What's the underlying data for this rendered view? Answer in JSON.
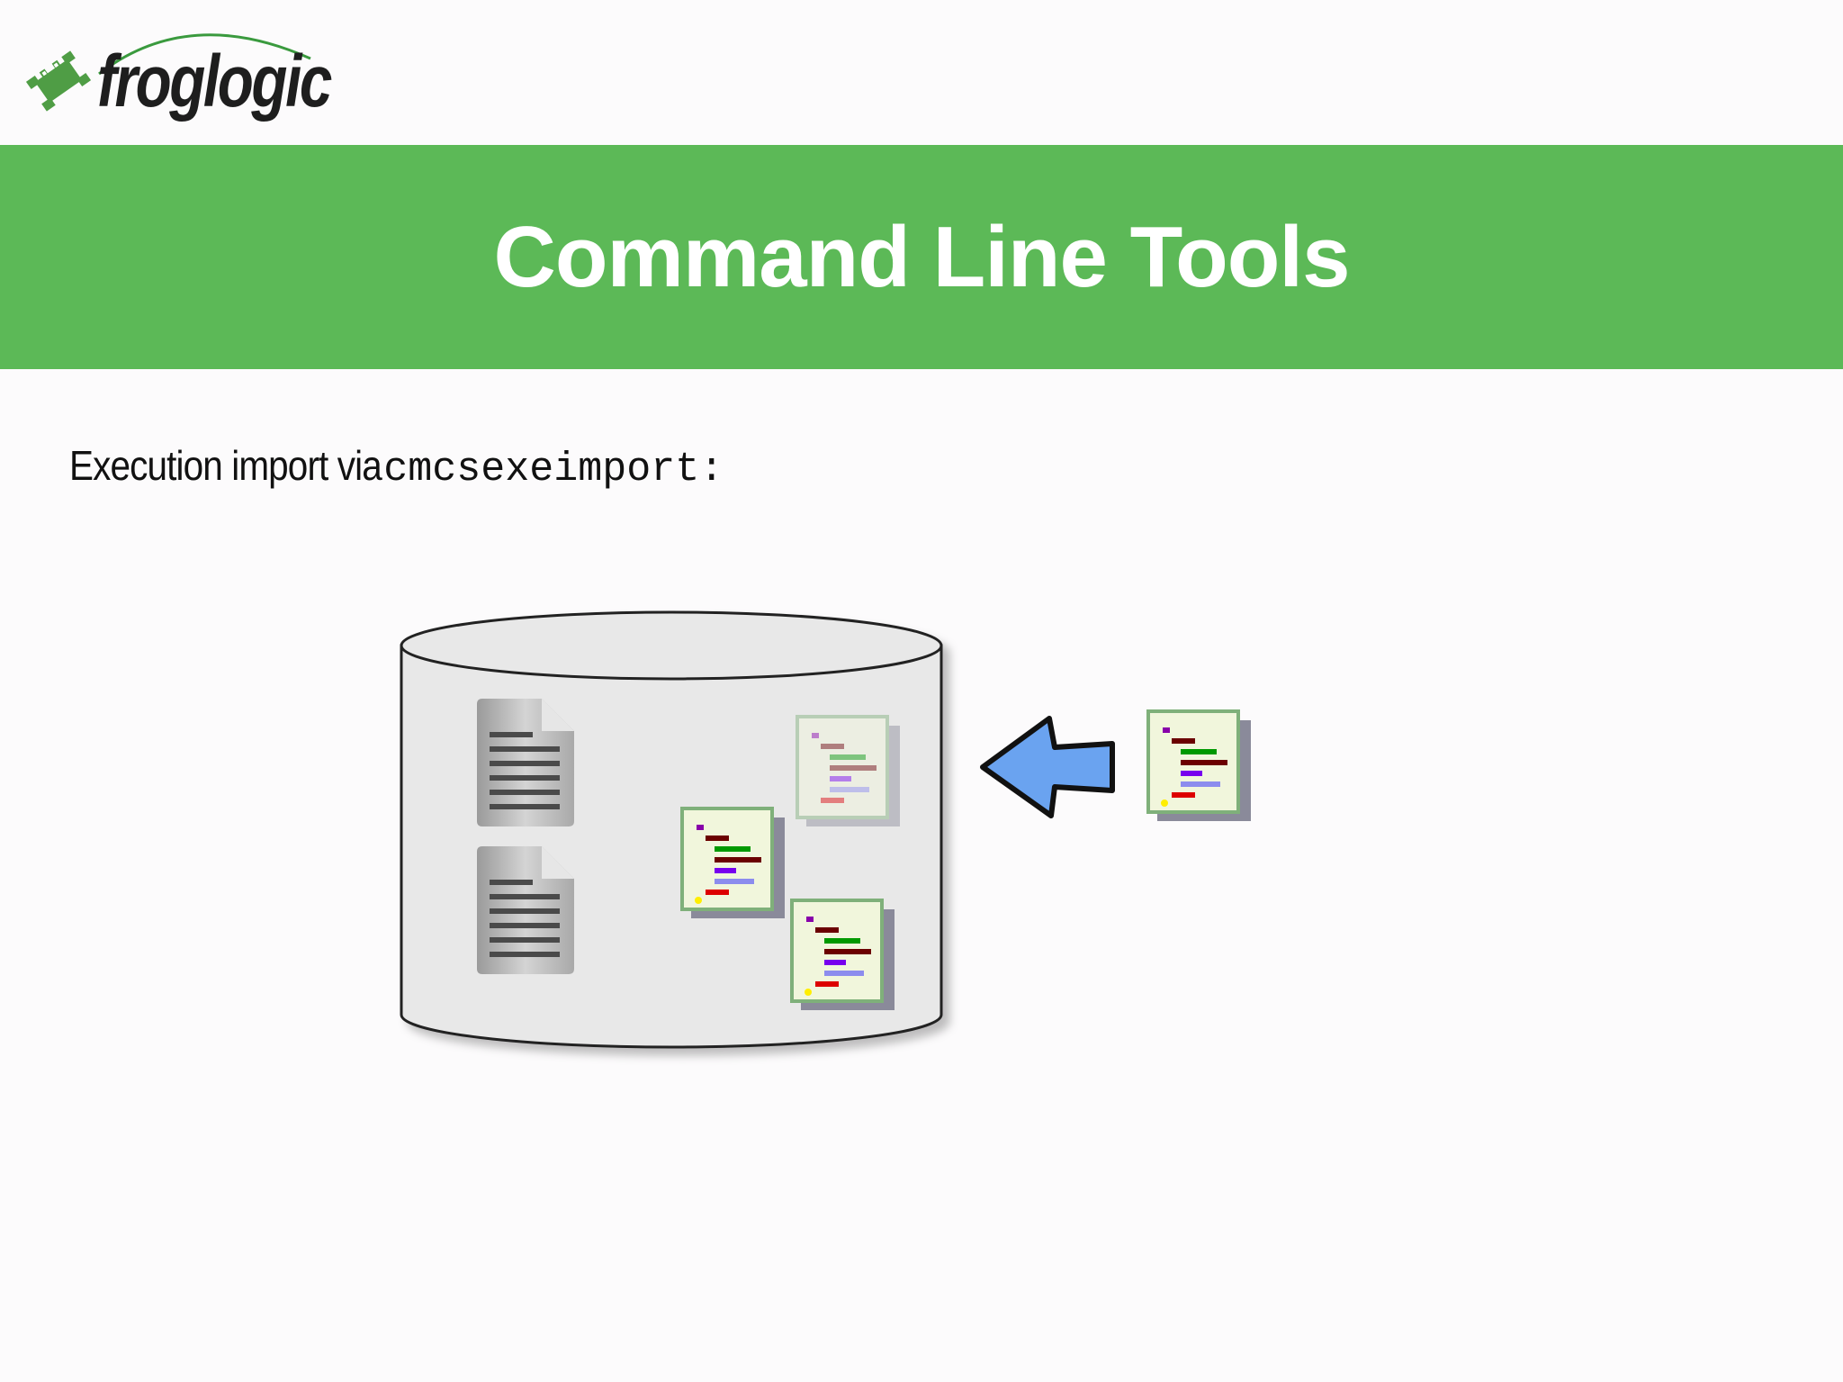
{
  "logo": {
    "text": "froglogic",
    "icon": "frog-icon"
  },
  "slide": {
    "title": "Command Line Tools",
    "body_prefix": "Execution import via ",
    "body_code": "cmcsexeimport:"
  },
  "diagram": {
    "database_icon": "database-cylinder-icon",
    "arrow_icon": "import-arrow-icon",
    "document_icon": "text-document-icon",
    "source_file_icon": "source-file-icon"
  },
  "colors": {
    "brand_green": "#5cb957",
    "arrow_blue": "#6aa3f0",
    "cylinder_fill": "#e8e8e8"
  }
}
